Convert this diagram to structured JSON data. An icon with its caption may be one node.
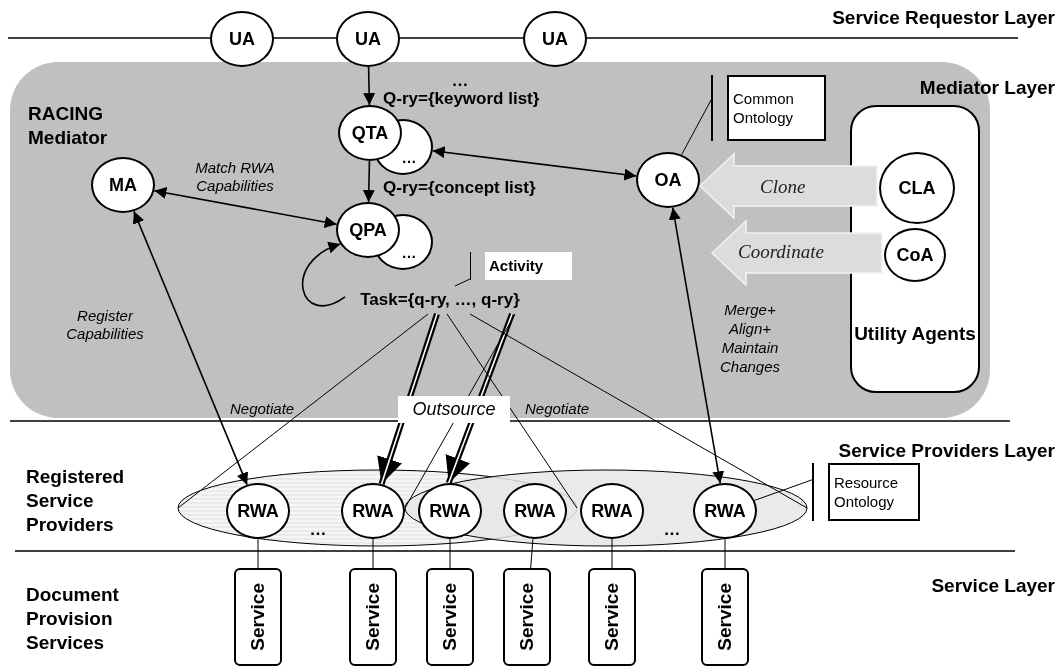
{
  "diagram": {
    "nodes": [
      {
        "text": [
          "UA"
        ]
      },
      {
        "text": [
          "UA"
        ]
      },
      {
        "text": [
          "UA"
        ]
      },
      {
        "text": [
          "RACING Mediator"
        ]
      },
      {
        "text": [
          "QTA"
        ],
        "in": 3
      },
      {
        "text": [
          "…"
        ],
        "in": 3
      },
      {
        "text": [
          "MA"
        ],
        "in": 3
      },
      {
        "text": [
          "QPA"
        ],
        "in": 3
      },
      {
        "text": [
          "…"
        ],
        "in": 3
      },
      {
        "text": [
          "OA"
        ],
        "in": 3
      },
      {
        "text": [
          "Common Ontology"
        ],
        "in": 3
      },
      {
        "text": [
          "Utility Agents"
        ],
        "in": 3
      },
      {
        "text": [
          "CLA"
        ],
        "in": 11
      },
      {
        "text": [
          "CoA"
        ],
        "in": 11
      },
      {
        "text": [
          "Activity"
        ],
        "in": 3
      },
      {
        "text": [
          "Task={q-ry, …, q-ry}"
        ],
        "in": 3
      },
      {
        "text": [],
        "shape": "ellipse"
      },
      {
        "text": [],
        "shape": "ellipse"
      },
      {
        "text": [
          "RWA"
        ],
        "in": 16
      },
      {
        "text": [
          "RWA"
        ],
        "in": 16
      },
      {
        "text": [
          "RWA"
        ]
      },
      {
        "text": [
          "RWA"
        ]
      },
      {
        "text": [
          "RWA"
        ],
        "in": 17
      },
      {
        "text": [
          "RWA"
        ],
        "in": 17
      },
      {
        "text": [
          "Resource Ontology"
        ]
      },
      {
        "text": [
          "Service"
        ]
      },
      {
        "text": [
          "Service"
        ]
      },
      {
        "text": [
          "Service"
        ]
      },
      {
        "text": [
          "Service"
        ]
      },
      {
        "text": [
          "Service"
        ]
      },
      {
        "text": [
          "Service"
        ]
      }
    ],
    "edges": [
      {
        "from": 1,
        "to": 4,
        "arrow": "to",
        "label": "Q-ry={keyword list}"
      },
      {
        "from": 4,
        "to": 7,
        "arrow": "to",
        "label": "Q-ry={concept list}"
      },
      {
        "from": 6,
        "to": 7,
        "arrow": "both",
        "label": "Match RWA Capabilities"
      },
      {
        "from": 5,
        "to": 9,
        "arrow": "both"
      },
      {
        "from": 9,
        "to": 10,
        "arrow": "none"
      },
      {
        "from": 12,
        "to": 9,
        "arrow": "to",
        "label": "Clone",
        "style": "thick"
      },
      {
        "from": 13,
        "to": null,
        "arrow": "to",
        "label": "Coordinate",
        "style": "thick"
      },
      {
        "from": 6,
        "to": 18,
        "arrow": "both",
        "label": "Register Capabilities"
      },
      {
        "from": 9,
        "to": 23,
        "arrow": "both",
        "label": "Merge+ Align+ Maintain Changes"
      },
      {
        "from": 15,
        "to": 7,
        "arrow": "to"
      },
      {
        "from": 15,
        "to": 14,
        "arrow": "none"
      },
      {
        "from": 15,
        "to": 19,
        "arrow": "to",
        "label": "Outsource",
        "style": "thick"
      },
      {
        "from": 15,
        "to": 20,
        "arrow": "to",
        "style": "thick"
      },
      {
        "from": 15,
        "to": 16,
        "arrow": "none"
      },
      {
        "from": 15,
        "to": 16,
        "arrow": "none"
      },
      {
        "from": 15,
        "to": 17,
        "arrow": "none"
      },
      {
        "from": 15,
        "to": 17,
        "arrow": "none"
      },
      {
        "from": 23,
        "to": 24,
        "arrow": "none"
      },
      {
        "from": 18,
        "to": 25,
        "arrow": "none"
      },
      {
        "from": 19,
        "to": 26,
        "arrow": "none"
      },
      {
        "from": 20,
        "to": 27,
        "arrow": "none"
      },
      {
        "from": 21,
        "to": 28,
        "arrow": "none"
      },
      {
        "from": 22,
        "to": 29,
        "arrow": "none"
      },
      {
        "from": 23,
        "to": 30,
        "arrow": "none"
      }
    ],
    "labels": [
      "Service Requestor Layer",
      "…",
      "Mediator Layer",
      "Negotiate",
      "Negotiate",
      "Registered Service Providers",
      "Service Providers Layer",
      "…",
      "…",
      "Document Provision Services",
      "Service Layer"
    ]
  }
}
